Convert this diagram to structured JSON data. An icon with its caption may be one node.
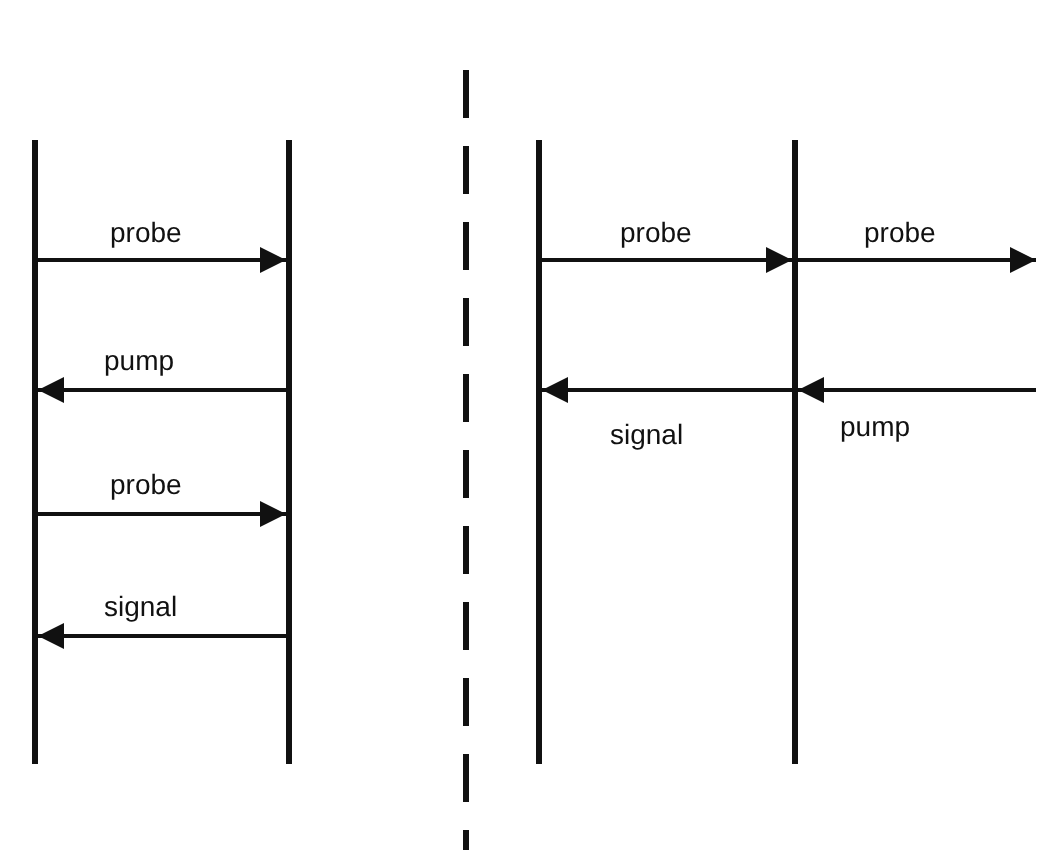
{
  "diagram": {
    "nodes": [
      {
        "text": [],
        "shape": "bar"
      },
      {
        "text": [],
        "shape": "bar"
      },
      {
        "text": [],
        "shape": "bar"
      },
      {
        "text": [],
        "shape": "bar"
      }
    ],
    "edges": [
      {
        "from": 0,
        "to": 1,
        "arrow": "to",
        "label": "probe"
      },
      {
        "from": 1,
        "to": 0,
        "arrow": "to",
        "label": "pump"
      },
      {
        "from": 0,
        "to": 1,
        "arrow": "to",
        "label": "probe"
      },
      {
        "from": 1,
        "to": 0,
        "arrow": "to",
        "label": "signal"
      },
      {
        "from": 2,
        "to": 3,
        "arrow": "to",
        "label": "probe"
      },
      {
        "from": 3,
        "to": null,
        "arrow": "to",
        "label": "probe"
      },
      {
        "from": null,
        "to": 3,
        "arrow": "to",
        "label": "pump"
      },
      {
        "from": 3,
        "to": 2,
        "arrow": "to",
        "label": "signal"
      }
    ]
  }
}
